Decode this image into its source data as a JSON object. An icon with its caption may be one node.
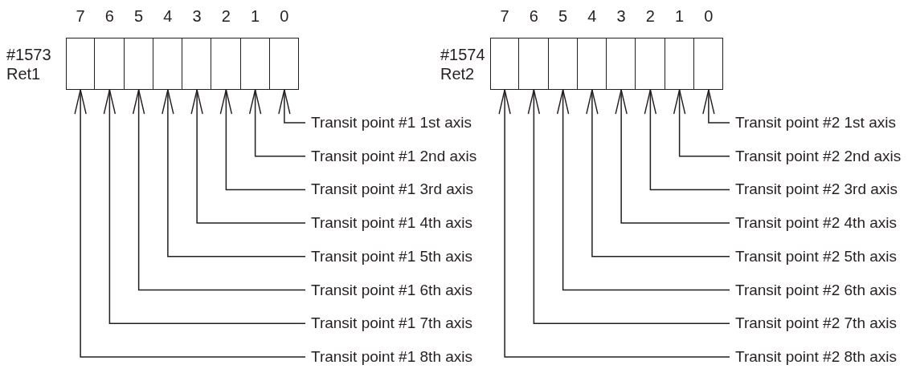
{
  "diagram": {
    "nodes": [
      {
        "text": [
          "#1573 Ret1"
        ]
      },
      {
        "text": [],
        "shape": "box",
        "in": 0,
        "beside": [
          "7"
        ]
      },
      {
        "text": [],
        "shape": "box",
        "in": 0,
        "beside": [
          "6"
        ]
      },
      {
        "text": [],
        "shape": "box",
        "in": 0,
        "beside": [
          "5"
        ]
      },
      {
        "text": [],
        "shape": "box",
        "in": 0,
        "beside": [
          "4"
        ]
      },
      {
        "text": [],
        "shape": "box",
        "in": 0,
        "beside": [
          "3"
        ]
      },
      {
        "text": [],
        "shape": "box",
        "in": 0,
        "beside": [
          "2"
        ]
      },
      {
        "text": [],
        "shape": "box",
        "in": 0,
        "beside": [
          "1"
        ]
      },
      {
        "text": [],
        "shape": "box",
        "in": 0,
        "beside": [
          "0"
        ]
      },
      {
        "text": [
          "Transit point #1 1st axis"
        ]
      },
      {
        "text": [
          "Transit point #1 2nd axis"
        ]
      },
      {
        "text": [
          "Transit point #1 3rd axis"
        ]
      },
      {
        "text": [
          "Transit point #1 4th axis"
        ]
      },
      {
        "text": [
          "Transit point #1 5th axis"
        ]
      },
      {
        "text": [
          "Transit point #1 6th axis"
        ]
      },
      {
        "text": [
          "Transit point #1 7th axis"
        ]
      },
      {
        "text": [
          "Transit point #1 8th axis"
        ]
      },
      {
        "text": [
          "#1574 Ret2"
        ]
      },
      {
        "text": [],
        "shape": "box",
        "in": 17,
        "beside": [
          "7"
        ]
      },
      {
        "text": [],
        "shape": "box",
        "in": 17,
        "beside": [
          "6"
        ]
      },
      {
        "text": [],
        "shape": "box",
        "in": 17,
        "beside": [
          "5"
        ]
      },
      {
        "text": [],
        "shape": "box",
        "in": 17,
        "beside": [
          "4"
        ]
      },
      {
        "text": [],
        "shape": "box",
        "in": 17,
        "beside": [
          "3"
        ]
      },
      {
        "text": [],
        "shape": "box",
        "in": 17,
        "beside": [
          "2"
        ]
      },
      {
        "text": [],
        "shape": "box",
        "in": 17,
        "beside": [
          "1"
        ]
      },
      {
        "text": [],
        "shape": "box",
        "in": 17,
        "beside": [
          "0"
        ]
      },
      {
        "text": [
          "Transit point #2 1st axis"
        ]
      },
      {
        "text": [
          "Transit point #2 2nd axis"
        ]
      },
      {
        "text": [
          "Transit point #2 3rd axis"
        ]
      },
      {
        "text": [
          "Transit point #2 4th axis"
        ]
      },
      {
        "text": [
          "Transit point #2 5th axis"
        ]
      },
      {
        "text": [
          "Transit point #2 6th axis"
        ]
      },
      {
        "text": [
          "Transit point #2 7th axis"
        ]
      },
      {
        "text": [
          "Transit point #2 8th axis"
        ]
      }
    ],
    "edges": [
      {
        "from": 9,
        "to": 8,
        "arrow": "to"
      },
      {
        "from": 10,
        "to": 7,
        "arrow": "to"
      },
      {
        "from": 11,
        "to": 6,
        "arrow": "to"
      },
      {
        "from": 12,
        "to": 5,
        "arrow": "to"
      },
      {
        "from": 13,
        "to": 4,
        "arrow": "to"
      },
      {
        "from": 14,
        "to": 3,
        "arrow": "to"
      },
      {
        "from": 15,
        "to": 2,
        "arrow": "to"
      },
      {
        "from": 16,
        "to": 1,
        "arrow": "to"
      },
      {
        "from": 26,
        "to": 25,
        "arrow": "to"
      },
      {
        "from": 27,
        "to": 24,
        "arrow": "to"
      },
      {
        "from": 28,
        "to": 23,
        "arrow": "to"
      },
      {
        "from": 29,
        "to": 22,
        "arrow": "to"
      },
      {
        "from": 30,
        "to": 21,
        "arrow": "to"
      },
      {
        "from": 31,
        "to": 20,
        "arrow": "to"
      },
      {
        "from": 32,
        "to": 19,
        "arrow": "to"
      },
      {
        "from": 33,
        "to": 18,
        "arrow": "to"
      }
    ]
  }
}
